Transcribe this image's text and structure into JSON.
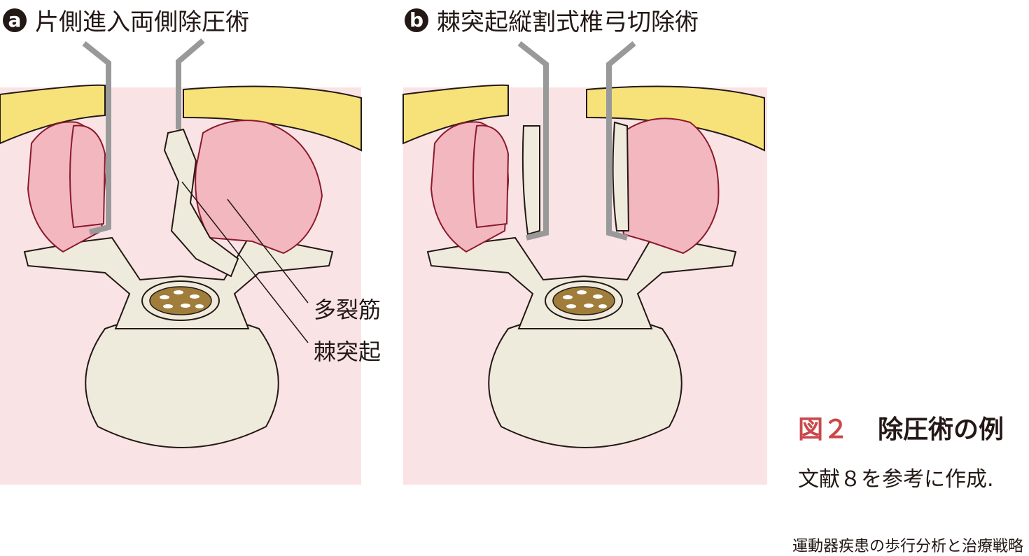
{
  "panel_a": {
    "badge": "a",
    "title": "片側進入両側除圧術"
  },
  "panel_b": {
    "badge": "b",
    "title": "棘突起縦割式椎弓切除術"
  },
  "labels": {
    "multifidus": "多裂筋",
    "spinous_process": "棘突起"
  },
  "caption": {
    "number": "図２",
    "title": "除圧術の例"
  },
  "source": "文献８を参考に作成.",
  "book_title": "運動器疾患の歩行分析と治療戦略",
  "colors": {
    "background": "#fae3e5",
    "skin": "#f7e27a",
    "muscle": "#f3b7c0",
    "bone": "#efebdc",
    "canal": "#a07d3a",
    "accent": "#c9474b"
  }
}
